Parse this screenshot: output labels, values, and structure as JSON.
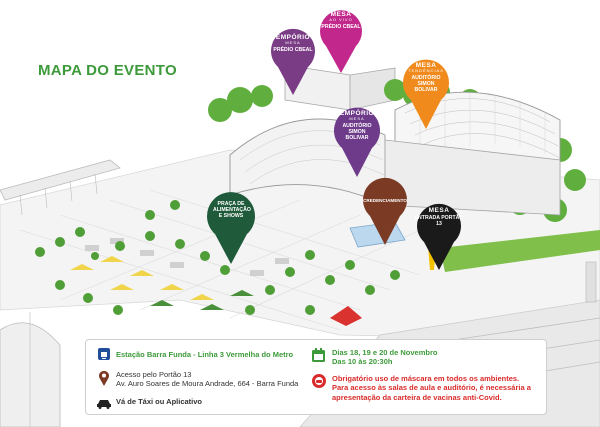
{
  "map": {
    "title": "MAPA DO EVENTO"
  },
  "pins": [
    {
      "id": "emporio-predio",
      "brand": "EMPÓRIO",
      "brand_sub": "MESA",
      "place": "PRÉDIO CBEAL",
      "color": "#7b3c86"
    },
    {
      "id": "mesa-ao-vivo",
      "brand": "MESA",
      "brand_sub": "AO VIVO",
      "place": "PRÉDIO CBEAL",
      "color": "#c2278b"
    },
    {
      "id": "mesa-tendencias",
      "brand": "MESA",
      "brand_sub": "TENDÊNCIAS",
      "place": "AUDITÓRIO SIMON BOLIVAR",
      "color": "#f08a1c"
    },
    {
      "id": "emporio-auditorio",
      "brand": "EMPÓRIO",
      "brand_sub": "MESA",
      "place": "AUDITÓRIO SIMON BOLIVAR",
      "color": "#6e3b8a"
    },
    {
      "id": "credenciamento",
      "brand": "",
      "brand_sub": "",
      "place": "CREDENCIAMENTO",
      "color": "#7b3a24"
    },
    {
      "id": "praca",
      "brand": "",
      "brand_sub": "",
      "place": "PRAÇA DE ALIMENTAÇÃO E SHOWS",
      "color": "#1f5a3a"
    },
    {
      "id": "entrada",
      "brand": "MESA",
      "brand_sub": "",
      "place": "ENTRADA PORTÃO 13",
      "color": "#1a1a1a"
    }
  ],
  "info": {
    "metro": "Estação Barra Funda - Linha 3 Vermelha do Metro",
    "access_title": "Acesso pelo Portão 13",
    "access_address": "Av. Auro Soares de Moura Andrade, 664 - Barra Funda",
    "taxi": "Vá de Táxi ou Aplicativo",
    "dates": "Dias 18, 19 e 20 de Novembro",
    "hours": "Das 10 às 20:30h",
    "mask_title": "Obrigatório uso de máscara em todos os ambientes.",
    "vaccine_text": "Para acesso às salas de aula e auditório, é necessária a apresentação da carteira de vacinas anti-Covid."
  }
}
